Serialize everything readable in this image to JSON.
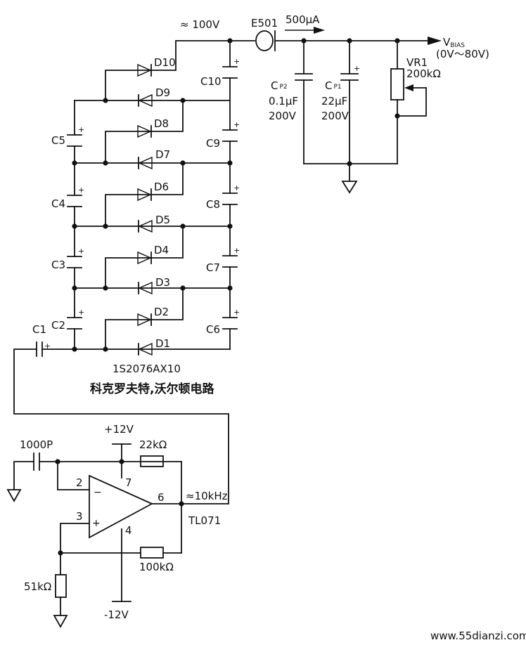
{
  "labels": {
    "ac_input": "≈ 100V",
    "e501": "E501",
    "current": "500μA",
    "vbias_v": "V",
    "vbias_sub": "BIAS",
    "vbias_range": "(0V～80V)",
    "vr1_name": "VR1",
    "vr1_value": "200kΩ",
    "cp2_c": "C",
    "cp2_sub": "P2",
    "cp2_value": "0.1μF",
    "cp2_voltage": "200V",
    "cp1_c": "C",
    "cp1_sub": "P1",
    "cp1_value": "22μF",
    "cp1_voltage": "200V",
    "diode_part": "1S2076AX10",
    "circuit_title": "科克罗夫特,沃尔顿电路",
    "supply_pos": "+12V",
    "supply_neg": "-12V",
    "r_22k": "22kΩ",
    "r_100k": "100kΩ",
    "r_51k": "51kΩ",
    "c_1000p": "1000P",
    "freq": "≈10kHz",
    "opamp": "TL071",
    "pin2": "2",
    "pin3": "3",
    "pin4": "4",
    "pin6": "6",
    "pin7": "7",
    "minus": "−",
    "plus": "+",
    "watermark": "www.55dianzi.com"
  },
  "diodes": [
    "D1",
    "D2",
    "D3",
    "D4",
    "D5",
    "D6",
    "D7",
    "D8",
    "D9",
    "D10"
  ],
  "left_caps": [
    "C1",
    "C2",
    "C3",
    "C4",
    "C5"
  ],
  "right_caps": [
    "C6",
    "C7",
    "C8",
    "C9",
    "C10"
  ],
  "colors": {
    "ink": "#111111",
    "watermark": "#c0392b",
    "background": "#ffffff"
  }
}
